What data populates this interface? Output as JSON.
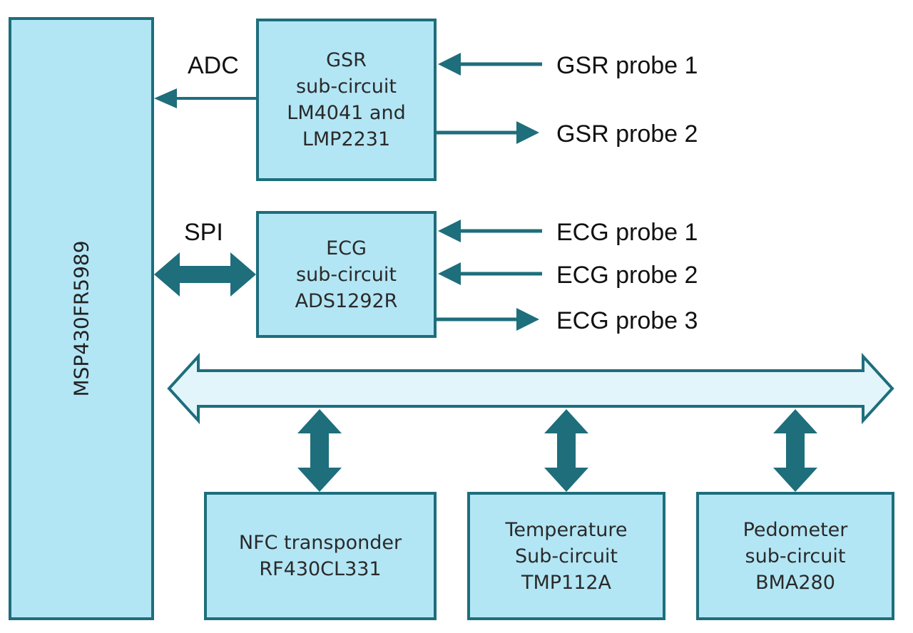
{
  "mcu": {
    "label": "MSP430FR5989"
  },
  "gsr": {
    "lines": [
      "GSR",
      "sub-circuit",
      "LM4041 and",
      "LMP2231"
    ],
    "interface": "ADC",
    "probes": [
      "GSR probe 1",
      "GSR probe 2"
    ]
  },
  "ecg": {
    "lines": [
      "ECG",
      "sub-circuit",
      "ADS1292R"
    ],
    "interface": "SPI",
    "probes": [
      "ECG probe 1",
      "ECG probe 2",
      "ECG probe 3"
    ]
  },
  "bus_modules": [
    {
      "lines": [
        "NFC transponder",
        "RF430CL331"
      ]
    },
    {
      "lines": [
        "Temperature",
        "Sub-circuit",
        "TMP112A"
      ]
    },
    {
      "lines": [
        "Pedometer",
        "sub-circuit",
        "BMA280"
      ]
    }
  ],
  "colors": {
    "box_fill": "#b3e6f5",
    "line": "#1e6e7c",
    "bus_fill": "#e2f5fa"
  }
}
